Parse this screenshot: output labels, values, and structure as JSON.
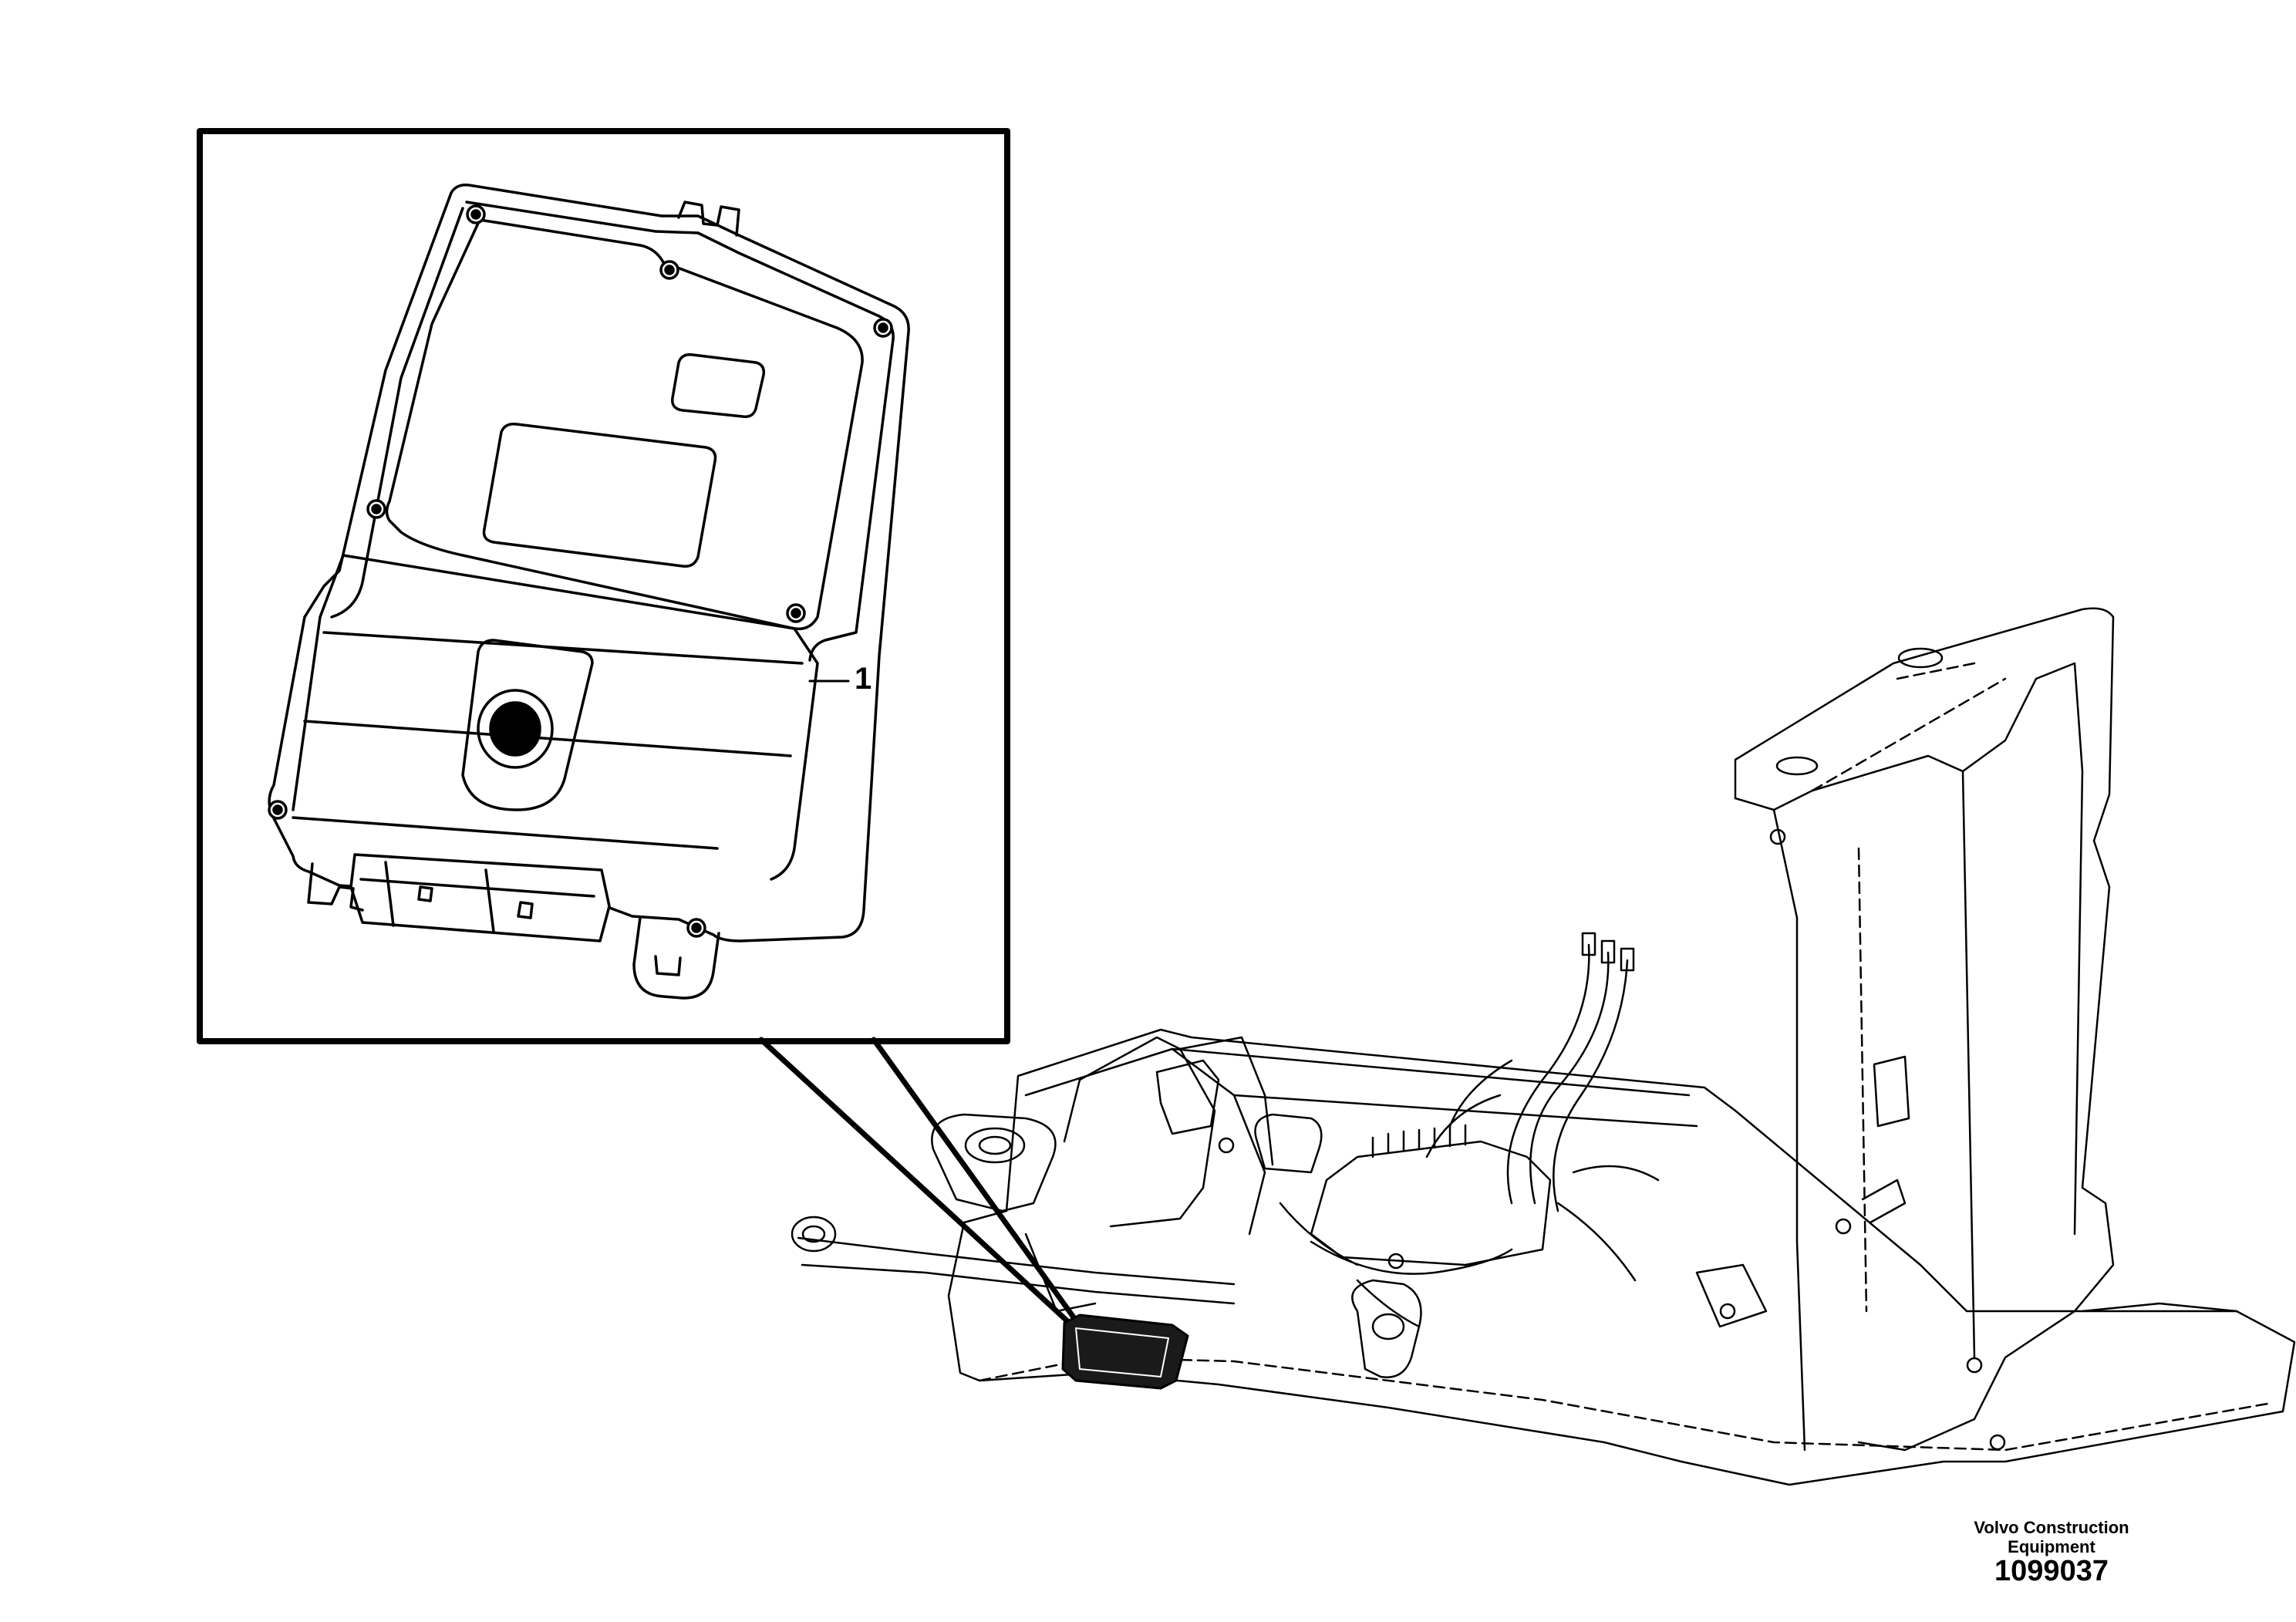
{
  "callout": {
    "number": "1"
  },
  "publisher": {
    "line1": "Volvo Construction",
    "line2": "Equipment"
  },
  "document": {
    "number": "1099037"
  }
}
